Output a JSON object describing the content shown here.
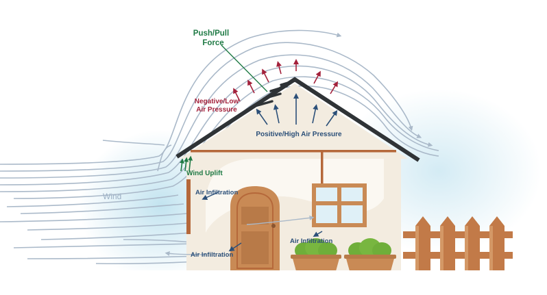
{
  "labels": {
    "push_pull_line1": "Push/Pull",
    "push_pull_line2": "Force",
    "negative_line1": "Negative/Low",
    "negative_line2": "Air Pressure",
    "positive": "Positive/High Air Pressure",
    "wind_uplift": "Wind Uplift",
    "wind": "Wind",
    "air_infiltration_left": "Air Infiltration",
    "air_infiltration_window": "Air Infiltration",
    "air_infiltration_door": "Air Infiltration"
  },
  "colors": {
    "green_label": "#1f7a45",
    "red_label": "#a3213b",
    "blue_label": "#2b4f78",
    "wind_label": "#9cb0c4",
    "wind_stream": "#aab9c9",
    "roof": "#2f3336",
    "wall": "#f3ece0",
    "trim": "#b5683a",
    "door": "#c98a55",
    "fence": "#c27a48",
    "shrub": "#6fae3a",
    "glow": "#bfe2ef"
  }
}
